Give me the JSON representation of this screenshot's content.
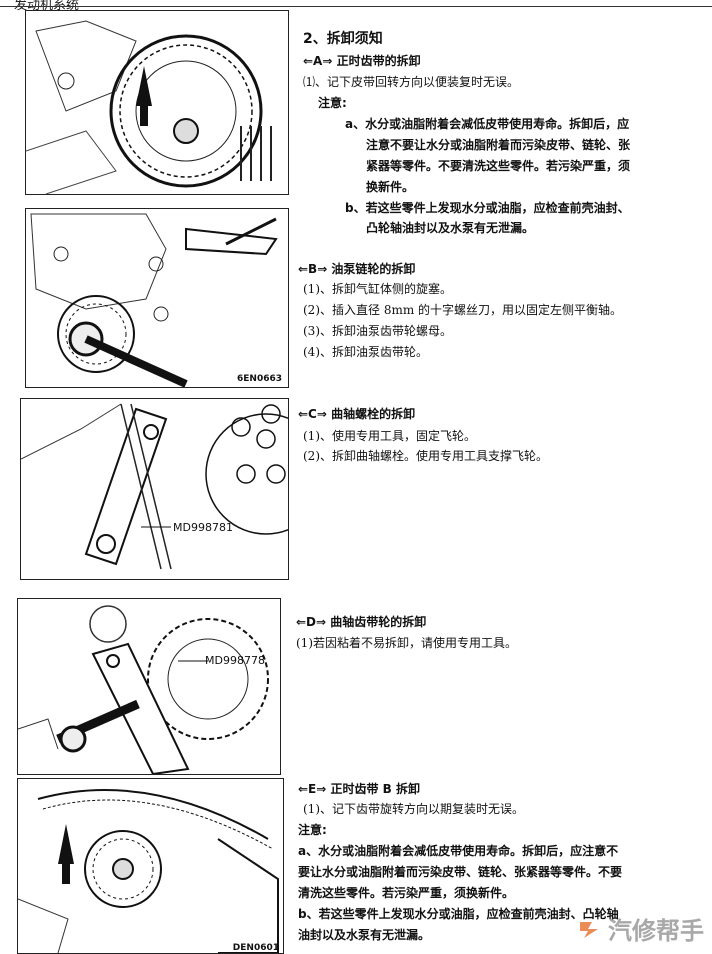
{
  "header": {
    "text": "发动机系统"
  },
  "figures": {
    "fig2_code": "6EN0663",
    "fig3_label": "MD998781",
    "fig4_label": "MD998778",
    "fig5_code": "DEN0601"
  },
  "section": {
    "title": "2、拆卸须知"
  },
  "partA": {
    "title": "⇐A⇒  正时齿带的拆卸",
    "step1": "⑴、记下皮带回转方向以便装复时无误。",
    "note_label": "注意:",
    "note_a_1": "a、水分或油脂附着会减低皮带使用寿命。拆卸后，应",
    "note_a_2": "注意不要让水分或油脂附着而污染皮带、链轮、张",
    "note_a_3": "紧器等零件。不要清洗这些零件。若污染严重，须",
    "note_a_4": "换新件。",
    "note_b_1": "b、若这些零件上发现水分或油脂，应检查前壳油封、",
    "note_b_2": "凸轮轴油封以及水泵有无泄漏。"
  },
  "partB": {
    "title": "⇐B⇒  油泵链轮的拆卸",
    "steps": [
      "(1)、拆卸气缸体侧的旋塞。",
      "(2)、插入直径 8mm 的十字螺丝刀，用以固定左侧平衡轴。",
      "(3)、拆卸油泵齿带轮螺母。",
      "(4)、拆卸油泵齿带轮。"
    ]
  },
  "partC": {
    "title": "⇐C⇒  曲轴螺栓的拆卸",
    "steps": [
      "(1)、使用专用工具，固定飞轮。",
      "(2)、拆卸曲轴螺栓。使用专用工具支撑飞轮。"
    ]
  },
  "partD": {
    "title": "⇐D⇒  曲轴齿带轮的拆卸",
    "step1": "(1)若因粘着不易拆卸，请使用专用工具。"
  },
  "partE": {
    "title": "⇐E⇒  正时齿带 B 拆卸",
    "step1": "(1)、记下齿带旋转方向以期复装时无误。",
    "note_label": "注意:",
    "note_a_1": "a、水分或油脂附着会减低皮带使用寿命。拆卸后，应注意不",
    "note_a_2": "要让水分或油脂附着而污染皮带、链轮、张紧器等零件。不要",
    "note_a_3": "清洗这些零件。若污染严重，须换新件。",
    "note_b_1": "b、若这些零件上发现水分或油脂，应检查前壳油封、凸轮轴",
    "note_b_2": "油封以及水泵有无泄漏。"
  },
  "watermark": {
    "text": "汽修帮手"
  }
}
